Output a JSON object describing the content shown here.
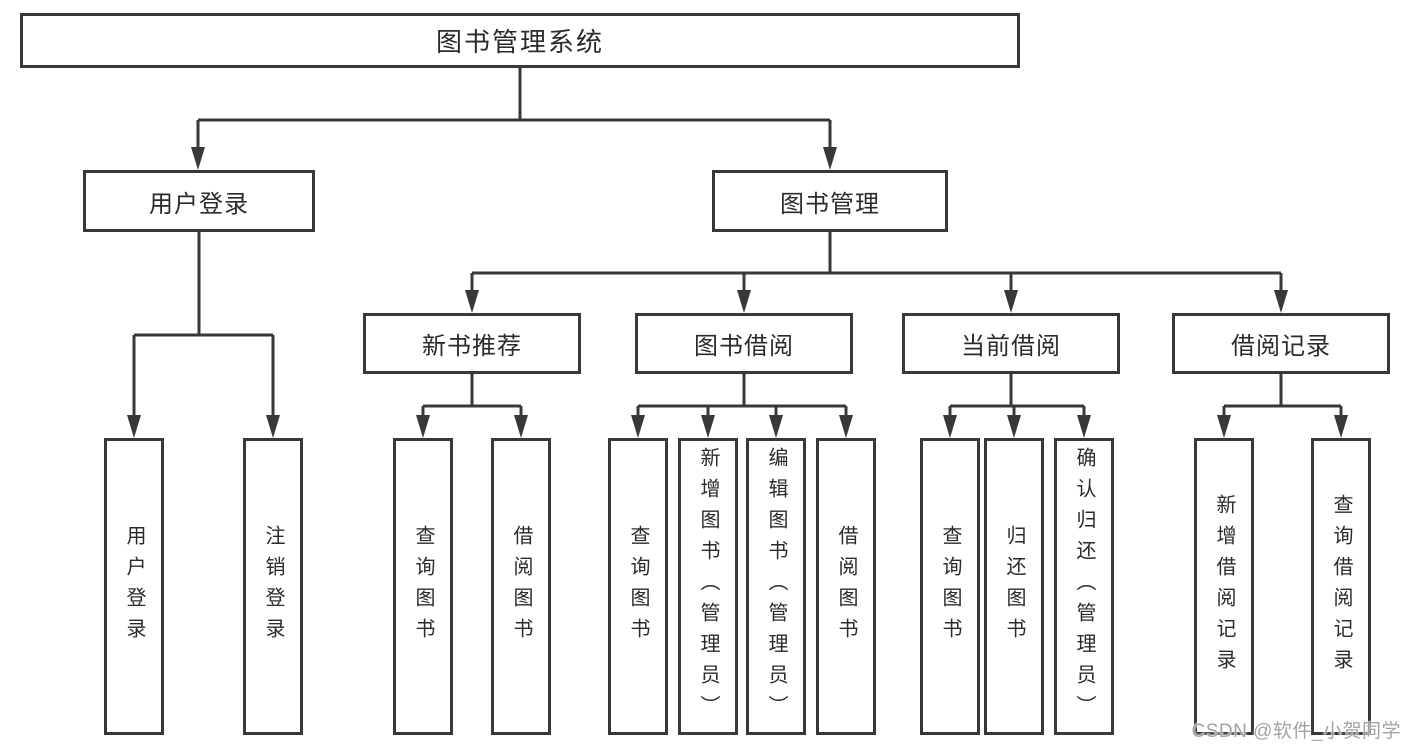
{
  "colors": {
    "line": "#383838",
    "text": "#2b2b2b",
    "watermark": "#a3a3a3",
    "background": "#ffffff"
  },
  "watermark": {
    "text": "CSDN @软件_小贺同学"
  },
  "tree": {
    "label": "图书管理系统",
    "children": [
      {
        "label": "用户登录",
        "children": [
          {
            "label": "用户登录"
          },
          {
            "label": "注销登录"
          }
        ]
      },
      {
        "label": "图书管理",
        "children": [
          {
            "label": "新书推荐",
            "children": [
              {
                "label": "查询图书"
              },
              {
                "label": "借阅图书"
              }
            ]
          },
          {
            "label": "图书借阅",
            "children": [
              {
                "label": "查询图书"
              },
              {
                "label": "新增图书（管理员）"
              },
              {
                "label": "编辑图书（管理员）"
              },
              {
                "label": "借阅图书"
              }
            ]
          },
          {
            "label": "当前借阅",
            "children": [
              {
                "label": "查询图书"
              },
              {
                "label": "归还图书"
              },
              {
                "label": "确认归还（管理员）"
              }
            ]
          },
          {
            "label": "借阅记录",
            "children": [
              {
                "label": "新增借阅记录"
              },
              {
                "label": "查询借阅记录"
              }
            ]
          }
        ]
      }
    ]
  }
}
